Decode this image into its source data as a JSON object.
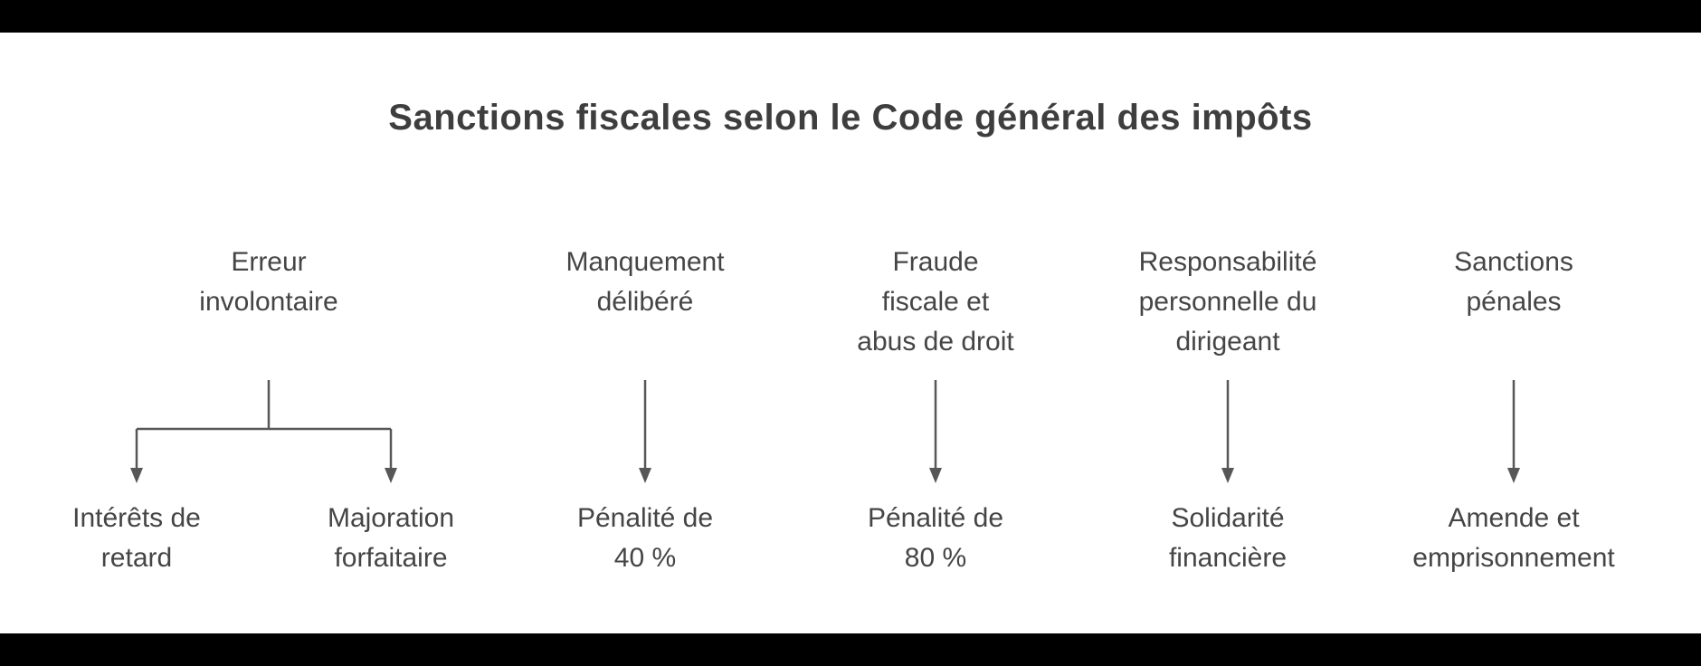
{
  "title": "Sanctions fiscales selon le Code général des impôts",
  "diagram": {
    "columns": [
      {
        "cause": "Erreur\ninvolontaire",
        "effects": [
          "Intérêts de\nretard",
          "Majoration\nforfaitaire"
        ]
      },
      {
        "cause": "Manquement\ndélibéré",
        "effects": [
          "Pénalité de\n40 %"
        ]
      },
      {
        "cause": "Fraude\nfiscale et\nabus de droit",
        "effects": [
          "Pénalité de\n80 %"
        ]
      },
      {
        "cause": "Responsabilité\npersonnelle du\ndirigeant",
        "effects": [
          "Solidarité\nfinancière"
        ]
      },
      {
        "cause": "Sanctions\npénales",
        "effects": [
          "Amende et\nemprisonnement"
        ]
      }
    ]
  },
  "colors": {
    "frame_bars": "#000000",
    "panel_background": "#ffffff",
    "title_text": "#3e3e3e",
    "label_text": "#454545",
    "arrow": "#575757"
  }
}
